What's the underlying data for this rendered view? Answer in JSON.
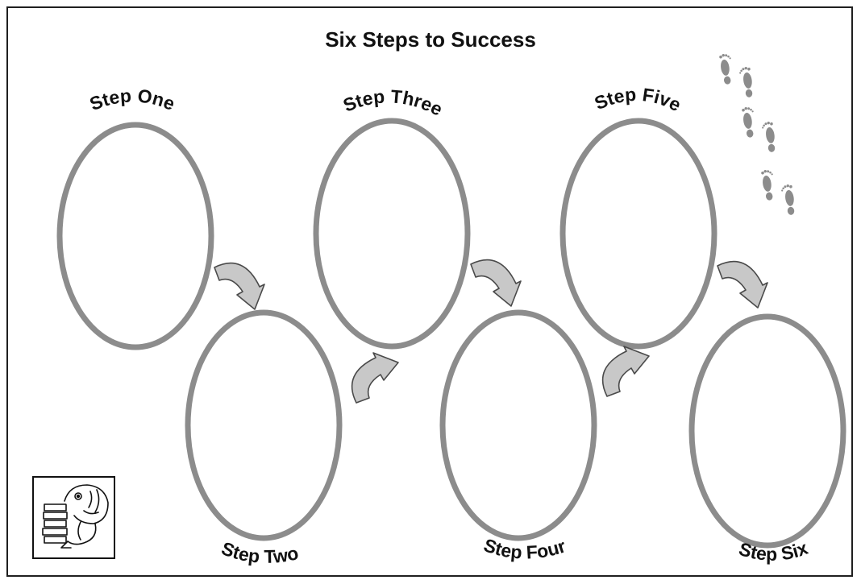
{
  "title": "Six Steps to Success",
  "steps": [
    {
      "label": "Step One"
    },
    {
      "label": "Step Two"
    },
    {
      "label": "Step Three"
    },
    {
      "label": "Step Four"
    },
    {
      "label": "Step Five"
    },
    {
      "label": "Step Six"
    }
  ],
  "colors": {
    "oval_stroke": "#8c8c8c",
    "arrow_fill": "#c8c8c8",
    "arrow_stroke": "#4a4a4a",
    "footprint_fill": "#8c8c8c",
    "text": "#111111"
  },
  "icons": {
    "footprints": "footprints-icon",
    "mascot": "fish-with-books-icon"
  }
}
